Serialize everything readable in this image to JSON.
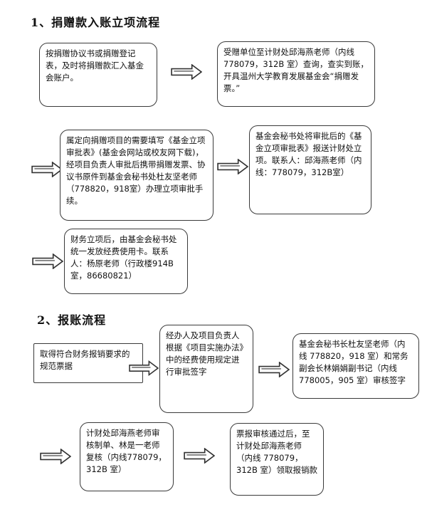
{
  "section1": {
    "title": "1、捐赠款入账立项流程",
    "steps": [
      "按捐赠协议书或捐赠登记表，及时将捐赠款汇入基金会账户。",
      "受赠单位至计财处邱海燕老师（内线778079，312B 室）查询，查实到账，开具温州大学教育发展基金会“捐赠发票。”",
      "属定向捐赠项目的需要填写《基金立项审批表》(基金会网站或校友网下载)，经项目负责人审批后携带捐赠发票、协议书原件到基金会秘书处杜友坚老师（778820，918室）办理立项审批手续。",
      "基金会秘书处将审批后的《基金立项审批表》报送计财处立项。联系人：邱海燕老师（内线：778079，312B室）",
      "财务立项后，由基金会秘书处统一发放经费使用卡。联系人：杨原老师（行政楼914B室，86680821）"
    ]
  },
  "section2": {
    "title": "2、报账流程",
    "steps": [
      "取得符合财务报销要求的规范票据",
      "经办人及项目负责人根据《项目实施办法》中的经费使用规定进行审批签字",
      "基金会秘书长杜友坚老师（内线 778820，918 室）和常务副会长林娟娟副书记（内线 778005，905 室）审核签字",
      "计财处邱海燕老师审核制单、林是一老师复核（内线778079，312B 室）",
      "票报审核通过后，至计财处邱海燕老师（内线 778079，312B 室）领取报销款"
    ]
  }
}
